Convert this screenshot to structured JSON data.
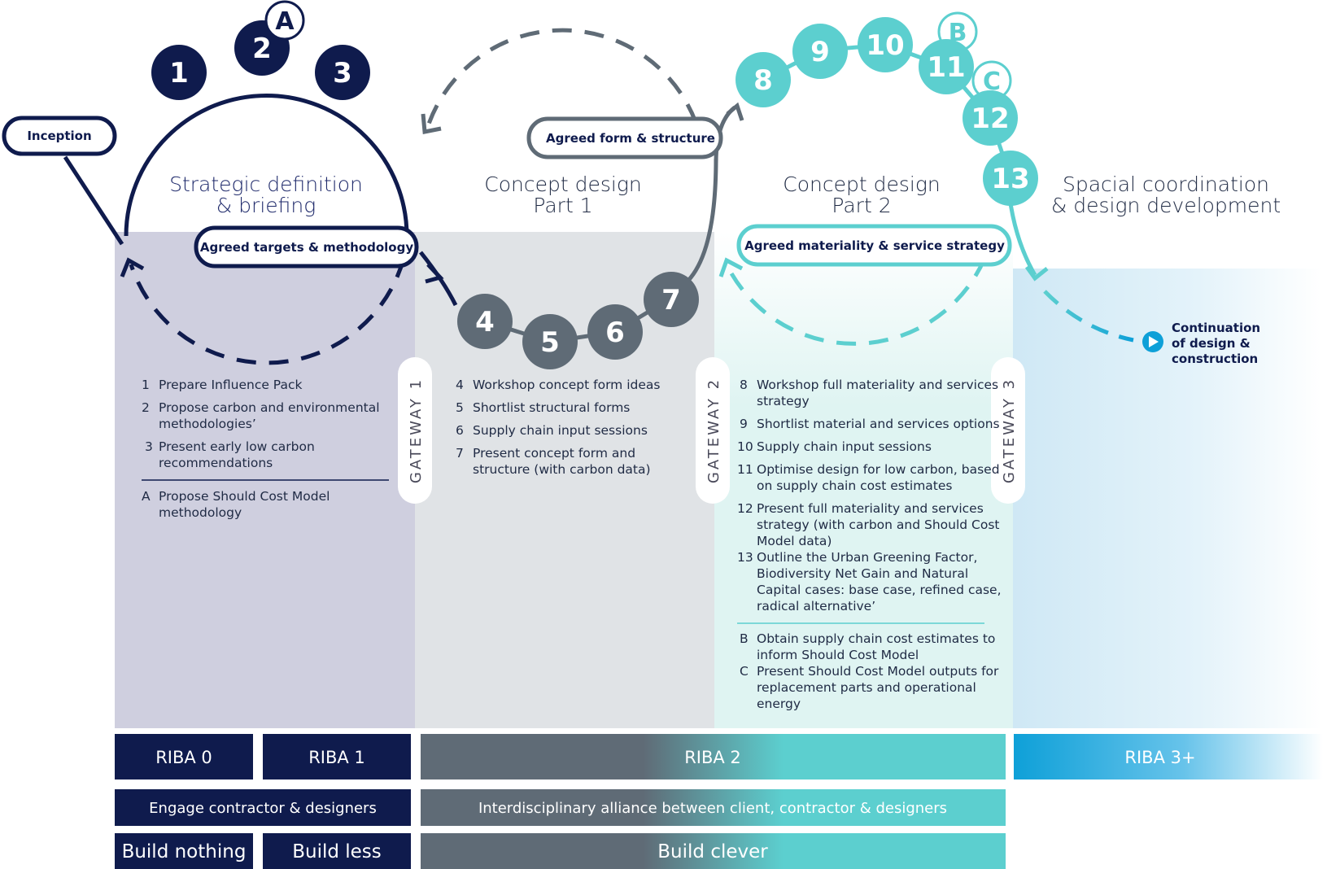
{
  "colors": {
    "navy": "#0f1b4d",
    "slate": "#5f6b76",
    "teal": "#5ccfcf",
    "blue": "#0ea0d8",
    "panel1": "#cfcfdf",
    "panel2": "#e0e3e6",
    "panel3": "#e0f5f3",
    "panel4": "#d8eef8"
  },
  "stages": {
    "s1": {
      "line1": "Strategic definition",
      "line2": "& briefing"
    },
    "s2": {
      "line1": "Concept design",
      "line2": "Part 1"
    },
    "s3": {
      "line1": "Concept design",
      "line2": "Part 2"
    },
    "s4": {
      "line1": "Spacial coordination",
      "line2": "& design development"
    }
  },
  "pills": {
    "inception": "Inception",
    "targets": "Agreed targets & methodology",
    "form": "Agreed form & structure",
    "materiality": "Agreed materiality & service strategy"
  },
  "circles": [
    "1",
    "2",
    "3",
    "4",
    "5",
    "6",
    "7",
    "8",
    "9",
    "10",
    "11",
    "12",
    "13"
  ],
  "letters": {
    "a": "A",
    "b": "B",
    "c": "C"
  },
  "continuation": {
    "line1": "Continuation",
    "line2": "of design &",
    "line3": "construction"
  },
  "gateways": {
    "g1": "GATEWAY 1",
    "g2": "GATEWAY 2",
    "g3": "GATEWAY 3"
  },
  "col1": {
    "s1_num": "1",
    "s1_l1": "Prepare Influence Pack",
    "s2_num": "2",
    "s2_l1": "Propose carbon and environmental",
    "s2_l2": "methodologies’",
    "s3_num": "3",
    "s3_l1": "Present early low carbon",
    "s3_l2": "recommendations",
    "sa_num": "A",
    "sa_l1": "Propose Should Cost Model",
    "sa_l2": "methodology"
  },
  "col2": {
    "s4_num": "4",
    "s4_l1": "Workshop concept form ideas",
    "s5_num": "5",
    "s5_l1": "Shortlist structural forms",
    "s6_num": "6",
    "s6_l1": "Supply chain input sessions",
    "s7_num": "7",
    "s7_l1": "Present concept form and",
    "s7_l2": "structure (with carbon data)"
  },
  "col3": {
    "s8_num": "8",
    "s8_l1": "Workshop full materiality and services",
    "s8_l2": "strategy",
    "s9_num": "9",
    "s9_l1": "Shortlist material and services options",
    "s10_num": "10",
    "s10_l1": "Supply chain input sessions",
    "s11_num": "11",
    "s11_l1": "Optimise design for low carbon, based",
    "s11_l2": "on supply chain cost estimates",
    "s12_num": "12",
    "s12_l1": "Present full materiality and services",
    "s12_l2": "strategy (with carbon and Should Cost",
    "s12_l3": "Model data)",
    "s13_num": "13",
    "s13_l1": "Outline the Urban Greening Factor,",
    "s13_l2": "Biodiversity Net Gain and Natural",
    "s13_l3": "Capital cases: base case, refined case,",
    "s13_l4": "radical alternative’",
    "sb_num": "B",
    "sb_l1": "Obtain supply chain cost estimates to",
    "sb_l2": "inform Should Cost Model",
    "sc_num": "C",
    "sc_l1": "Present Should Cost Model outputs for",
    "sc_l2": "replacement parts and operational",
    "sc_l3": "energy"
  },
  "bars": {
    "riba0": "RIBA 0",
    "riba1": "RIBA 1",
    "riba2": "RIBA 2",
    "riba3": "RIBA 3+",
    "engage": "Engage contractor & designers",
    "alliance": "Interdisciplinary alliance between client, contractor & designers",
    "nothing": "Build nothing",
    "less": "Build less",
    "clever": "Build clever"
  }
}
